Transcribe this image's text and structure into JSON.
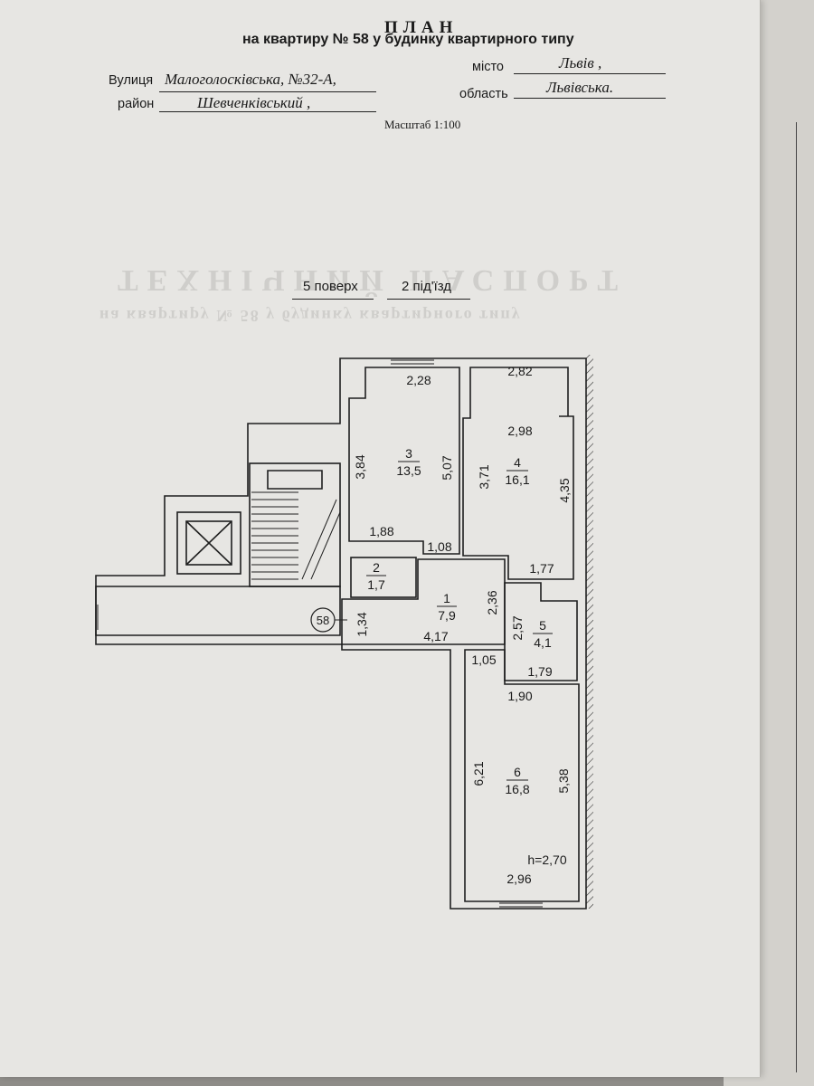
{
  "header": {
    "title": "ПЛАН",
    "subtitle": "на квартиру № 58 у будинку квартирного типу",
    "street_label": "Вулиця",
    "street_value": "Малоголосківська, №32-А,",
    "city_label": "місто",
    "city_value": "Львів ,",
    "district_label": "район",
    "district_value": "Шевченківський ,",
    "region_label": "область",
    "region_value": "Львівська.",
    "scale": "Масштаб 1:100"
  },
  "floor_info": {
    "floor": "5 поверх",
    "entrance": "2 під'їзд"
  },
  "plan": {
    "apartment_number": "58",
    "ceiling_height": "h=2,70",
    "rooms": [
      {
        "number": "1",
        "area": "7,9"
      },
      {
        "number": "2",
        "area": "1,7"
      },
      {
        "number": "3",
        "area": "13,5"
      },
      {
        "number": "4",
        "area": "16,1"
      },
      {
        "number": "5",
        "area": "4,1"
      },
      {
        "number": "6",
        "area": "16,8"
      }
    ],
    "dimensions": {
      "room3_top": "2,28",
      "room3_left": "3,84",
      "room3_right": "5,07",
      "room3_bottom": "1,88",
      "room3_nook": "1,08",
      "room4_top": "2,82",
      "room4_inner": "2,98",
      "room4_left": "3,71",
      "room4_right": "4,35",
      "room4_bottom": "1,77",
      "room1_left": "1,34",
      "room1_bottom": "4,17",
      "room1_right": "2,36",
      "room5_left": "2,57",
      "room5_bottom": "1,79",
      "corridor_step": "1,05",
      "room6_top": "1,90",
      "room6_left": "6,21",
      "room6_right": "5,38",
      "room6_bottom": "2,96"
    }
  },
  "watermark": {
    "ghost_title": "ТЕХНІЧНИЙ ПАСПОРТ",
    "ghost_subtitle": "на квартиру № 58 у будинку квартирного типу"
  }
}
